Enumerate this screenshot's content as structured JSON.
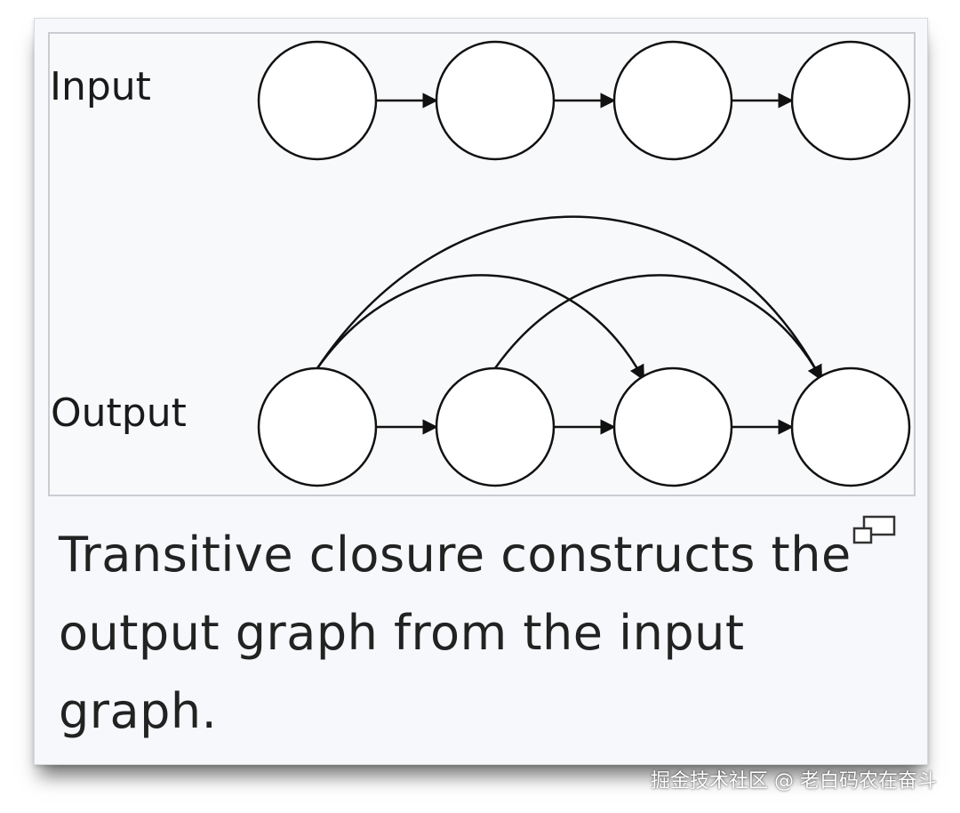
{
  "diagram": {
    "input_label": "Input",
    "output_label": "Output",
    "node_count": 4,
    "input_edges": [
      [
        0,
        1
      ],
      [
        1,
        2
      ],
      [
        2,
        3
      ]
    ],
    "output_edges": [
      [
        0,
        1
      ],
      [
        1,
        2
      ],
      [
        2,
        3
      ]
    ],
    "closure_edges": [
      [
        0,
        2
      ],
      [
        0,
        3
      ],
      [
        1,
        3
      ]
    ],
    "stroke_color": "#111111",
    "node_fill": "#ffffff"
  },
  "caption": {
    "text": "Transitive closure constructs the output graph from the input graph."
  },
  "enlarge_icon": "enlarge-icon",
  "watermark": "掘金技术社区 @ 老白码农在奋斗"
}
